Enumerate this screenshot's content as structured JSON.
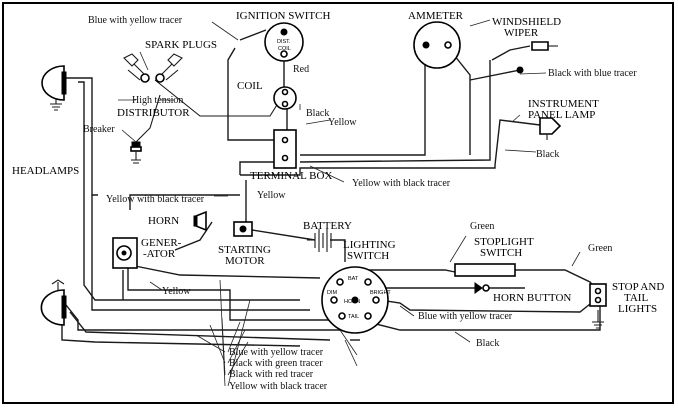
{
  "labels": {
    "ignition_switch": "IGNITION SWITCH",
    "dist": "DIST.",
    "coil_small": "COIL",
    "ammeter": "AMMETER",
    "windshield_wiper_1": "WINDSHIELD",
    "windshield_wiper_2": "WIPER",
    "blue_yellow_top": "Blue with yellow tracer",
    "spark_plugs": "SPARK PLUGS",
    "red": "Red",
    "coil": "COIL",
    "black_blue_wiper": "Black with  blue tracer",
    "high_tension": "High tension",
    "distributor": "DISTRIBUTOR",
    "black_coil": "Black",
    "instrument_1": "INSTRUMENT",
    "instrument_2": "PANEL LAMP",
    "breaker": "Breaker",
    "yellow_top": "Yellow",
    "black_panel": "Black",
    "headlamps": "HEADLAMPS",
    "terminal_box": "TERMINAL BOX",
    "yellow_black_left": "Yellow with black tracer",
    "yellow_black_right": "Yellow with black tracer",
    "yellow_mid": "Yellow",
    "horn": "HORN",
    "battery": "BATTERY",
    "green_top": "Green",
    "generator_1": "GENER-",
    "generator_2": "-ATOR",
    "starting_1": "STARTING",
    "starting_2": "MOTOR",
    "lighting_1": "LIGHTING",
    "lighting_2": "SWITCH",
    "stoplight_1": "STOPLIGHT",
    "stoplight_2": "SWITCH",
    "green_right": "Green",
    "bat": "BAT",
    "horn_small": "HORN",
    "tail_small": "TAIL",
    "dim": "DIM",
    "bright": "BRIGHT",
    "yellow_low": "Yellow",
    "horn_button": "HORN BUTTON",
    "stop_tail_1": "STOP AND",
    "stop_tail_2": "TAIL",
    "stop_tail_3": "LIGHTS",
    "blue_yellow_mid": "Blue with yellow tracer",
    "black_bottom": "Black",
    "blue_yellow_bottom": "Blue with yellow tracer",
    "black_green": "Black with green tracer",
    "black_red": "Black with red tracer",
    "yellow_black_bottom": "Yellow with black tracer"
  }
}
